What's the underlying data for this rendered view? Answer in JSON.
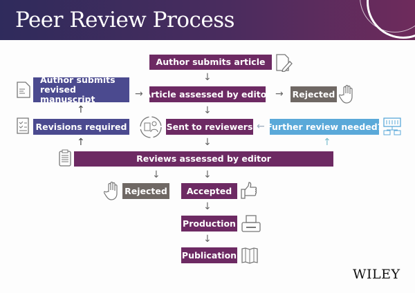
{
  "title": "Peer Review Process",
  "steps": {
    "author_submits": "Author submits article",
    "revised": "Author submits\nrevised manuscript",
    "assessed_editor": "Article assessed by editor",
    "rejected_top": "Rejected",
    "revisions": "Revisions required",
    "sent_reviewers": "Sent to reviewers",
    "further_review": "Further review needed?",
    "reviews_assessed": "Reviews assessed by editor",
    "rejected_bottom": "Rejected",
    "accepted": "Accepted",
    "production": "Production",
    "publication": "Publication"
  },
  "logo": "WILEY",
  "colors": {
    "primary": "#6d2a63",
    "revision": "#4b4a8f",
    "rejected": "#6f6864",
    "further": "#5aa9d9"
  }
}
